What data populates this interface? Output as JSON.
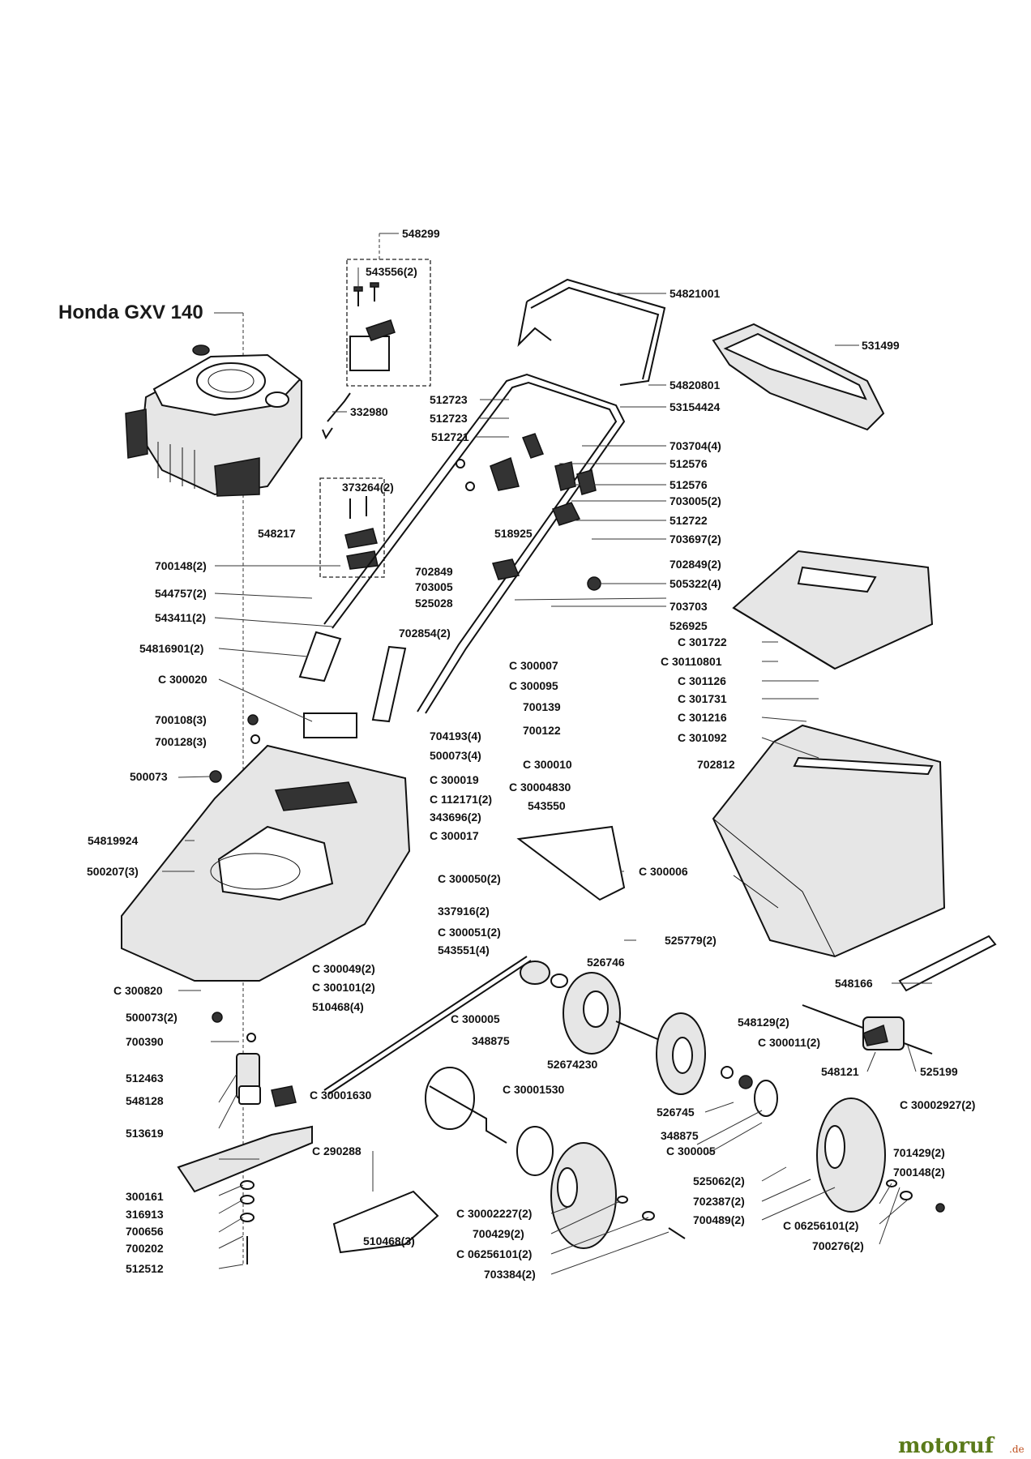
{
  "title": "Honda GXV 140",
  "labels": {
    "l548299": "548299",
    "l543556": "543556(2)",
    "l54821001": "54821001",
    "l531499": "531499",
    "l54820801": "54820801",
    "l53154424": "53154424",
    "l332980": "332980",
    "l512723a": "512723",
    "l512723b": "512723",
    "l512721": "512721",
    "l703704": "703704(4)",
    "l512576a": "512576",
    "l512576b": "512576",
    "l703005_2": "703005(2)",
    "l512722": "512722",
    "l703697": "703697(2)",
    "l373264": "373264(2)",
    "l548217": "548217",
    "l518925": "518925",
    "l702849_2": "702849(2)",
    "l700148": "700148(2)",
    "l702849": "702849",
    "l703005": "703005",
    "l525028": "525028",
    "l505322": "505322(4)",
    "l544757": "544757(2)",
    "l703703": "703703",
    "l543411": "543411(2)",
    "l526925": "526925",
    "l702854": "702854(2)",
    "lC301722": "C 301722",
    "l54816901": "54816901(2)",
    "lC30110801": "C 30110801",
    "lC300007": "C 300007",
    "lC301126": "C 301126",
    "lC300020": "C 300020",
    "lC300095": "C 300095",
    "lC301731": "C 301731",
    "l700139": "700139",
    "lC301216": "C 301216",
    "l700108": "700108(3)",
    "l704193": "704193(4)",
    "l700122": "700122",
    "lC301092": "C 301092",
    "l700128": "700128(3)",
    "l500073_4": "500073(4)",
    "lC300010": "C 300010",
    "l702812": "702812",
    "l500073": "500073",
    "lC300019": "C 300019",
    "lC30004830": "C 30004830",
    "lC112171": "C 112171(2)",
    "l543550": "543550",
    "l343696": "343696(2)",
    "l54819924": "54819924",
    "lC300017": "C 300017",
    "l500207": "500207(3)",
    "lC300006": "C 300006",
    "lC300050": "C 300050(2)",
    "l337916": "337916(2)",
    "lC300051": "C 300051(2)",
    "l525779": "525779(2)",
    "l543551": "543551(4)",
    "l526746": "526746",
    "lC300820": "C 300820",
    "lC300049": "C 300049(2)",
    "lC300101": "C 300101(2)",
    "l548166": "548166",
    "l500073_2": "500073(2)",
    "l510468_4": "510468(4)",
    "lC300005a": "C 300005",
    "l548129": "548129(2)",
    "l700390": "700390",
    "l348875a": "348875",
    "lC300011": "C 300011(2)",
    "l52674230": "52674230",
    "l548121": "548121",
    "l525199": "525199",
    "l512463": "512463",
    "lC30001630": "C 30001630",
    "lC30001530": "C 30001530",
    "l548128": "548128",
    "lC30002927": "C 30002927(2)",
    "l526745": "526745",
    "l513619": "513619",
    "l348875b": "348875",
    "lC300005b": "C 300005",
    "lC290288": "C 290288",
    "l701429": "701429(2)",
    "l700148b": "700148(2)",
    "l525062": "525062(2)",
    "l300161": "300161",
    "lC30002227": "C 30002227(2)",
    "l702387": "702387(2)",
    "l316913": "316913",
    "l700429": "700429(2)",
    "l700489": "700489(2)",
    "lC06256101a": "C 06256101(2)",
    "l700656": "700656",
    "l700202": "700202",
    "l510468_3": "510468(3)",
    "lC06256101b": "C 06256101(2)",
    "l700276": "700276(2)",
    "l512512": "512512",
    "l703384": "703384(2)"
  },
  "watermark": {
    "brand": "motoruf",
    "tld": ".de"
  }
}
